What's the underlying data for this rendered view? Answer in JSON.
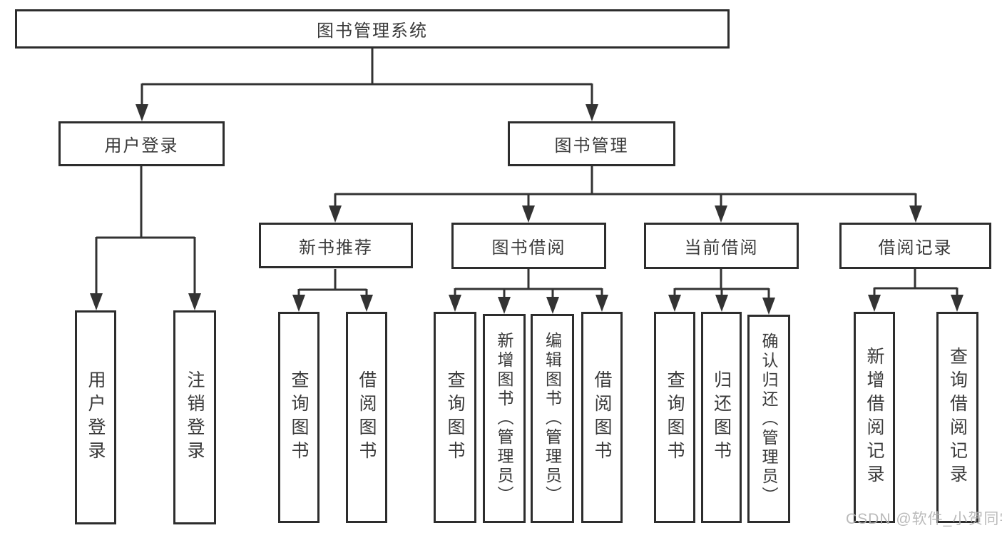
{
  "diagram": {
    "title": "图书管理系统",
    "branches": [
      {
        "label": "用户登录",
        "children": [
          {
            "label": "用户登录"
          },
          {
            "label": "注销登录"
          }
        ]
      },
      {
        "label": "图书管理",
        "children": [
          {
            "label": "新书推荐",
            "children": [
              {
                "label": "查询图书"
              },
              {
                "label": "借阅图书"
              }
            ]
          },
          {
            "label": "图书借阅",
            "children": [
              {
                "label": "查询图书"
              },
              {
                "label": "新增图书（管理员）"
              },
              {
                "label": "编辑图书（管理员）"
              },
              {
                "label": "借阅图书"
              }
            ]
          },
          {
            "label": "当前借阅",
            "children": [
              {
                "label": "查询图书"
              },
              {
                "label": "归还图书"
              },
              {
                "label": "确认归还（管理员）"
              }
            ]
          },
          {
            "label": "借阅记录",
            "children": [
              {
                "label": "新增借阅记录"
              },
              {
                "label": "查询借阅记录"
              }
            ]
          }
        ]
      }
    ]
  },
  "watermark": {
    "text": "CSDN @软件_小贺同学"
  },
  "colors": {
    "background": "#ffffff",
    "box_border": "#2d2d2d",
    "box_fill": "#ffffff",
    "connector_line": "#333333",
    "text": "#3a3a3a",
    "watermark_text": "#b3b3b3"
  }
}
